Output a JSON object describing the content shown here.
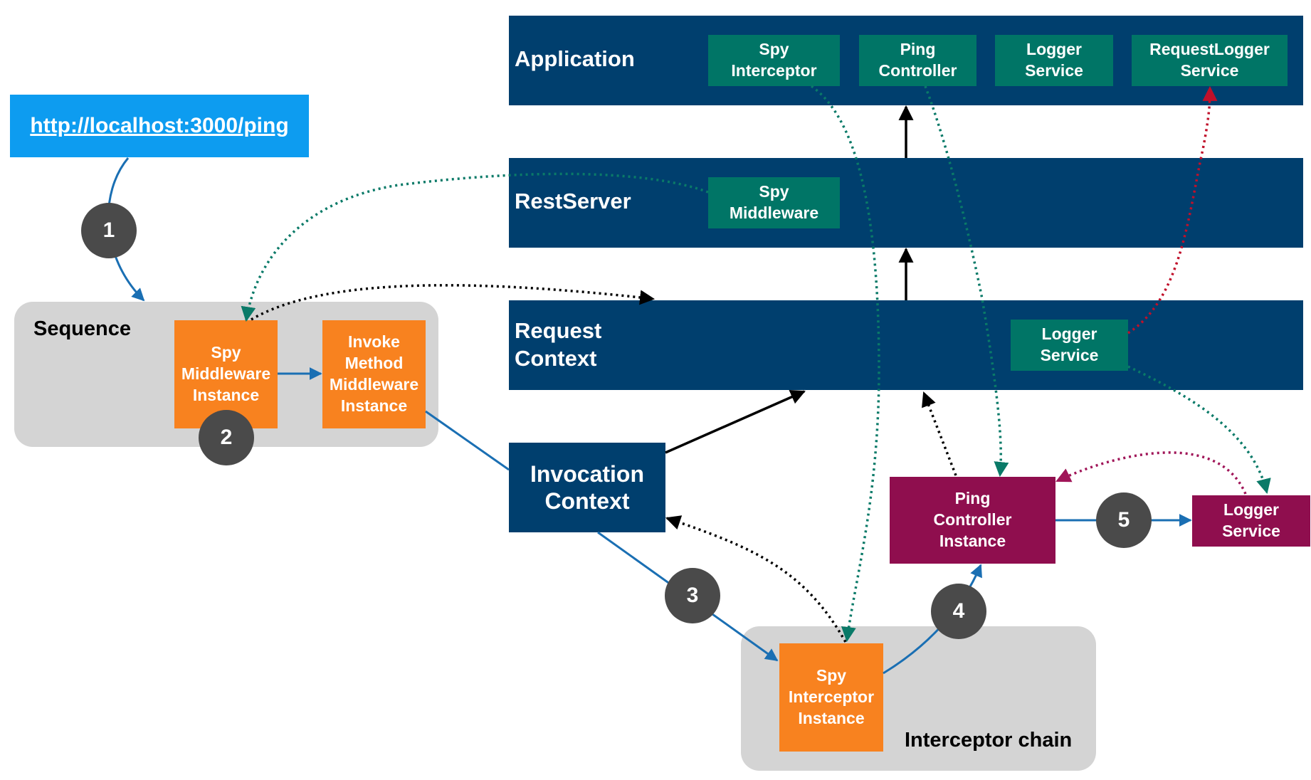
{
  "url": {
    "text": "http://localhost:3000/ping"
  },
  "bands": {
    "application": "Application",
    "rest_server": "RestServer",
    "request_context": "Request\nContext"
  },
  "components": {
    "spy_interceptor": "Spy\nInterceptor",
    "ping_controller": "Ping\nController",
    "logger_service_app": "Logger\nService",
    "request_logger_service": "RequestLogger\nService",
    "spy_middleware": "Spy\nMiddleware",
    "logger_service_ctx": "Logger\nService"
  },
  "sequence": {
    "label": "Sequence",
    "spy_middleware_instance": "Spy\nMiddleware\nInstance",
    "invoke_method_middleware_instance": "Invoke\nMethod\nMiddleware\nInstance"
  },
  "invocation_context": "Invocation\nContext",
  "interceptor_chain": {
    "label": "Interceptor chain",
    "spy_interceptor_instance": "Spy\nInterceptor\nInstance"
  },
  "instances": {
    "ping_controller_instance": "Ping\nController\nInstance",
    "logger_service_instance": "Logger\nService"
  },
  "steps": [
    "1",
    "2",
    "3",
    "4",
    "5"
  ],
  "colors": {
    "band": "#003f6e",
    "teal": "#007566",
    "orange": "#f8821f",
    "magenta": "#8f0e4e",
    "url": "#0d9cf0",
    "group": "#d4d4d4",
    "step_circle": "#4a4a4a",
    "flow_blue": "#1a6fb3",
    "dotted_teal": "#0a7a68",
    "dotted_red": "#c0102a",
    "dotted_magenta": "#a01558"
  }
}
